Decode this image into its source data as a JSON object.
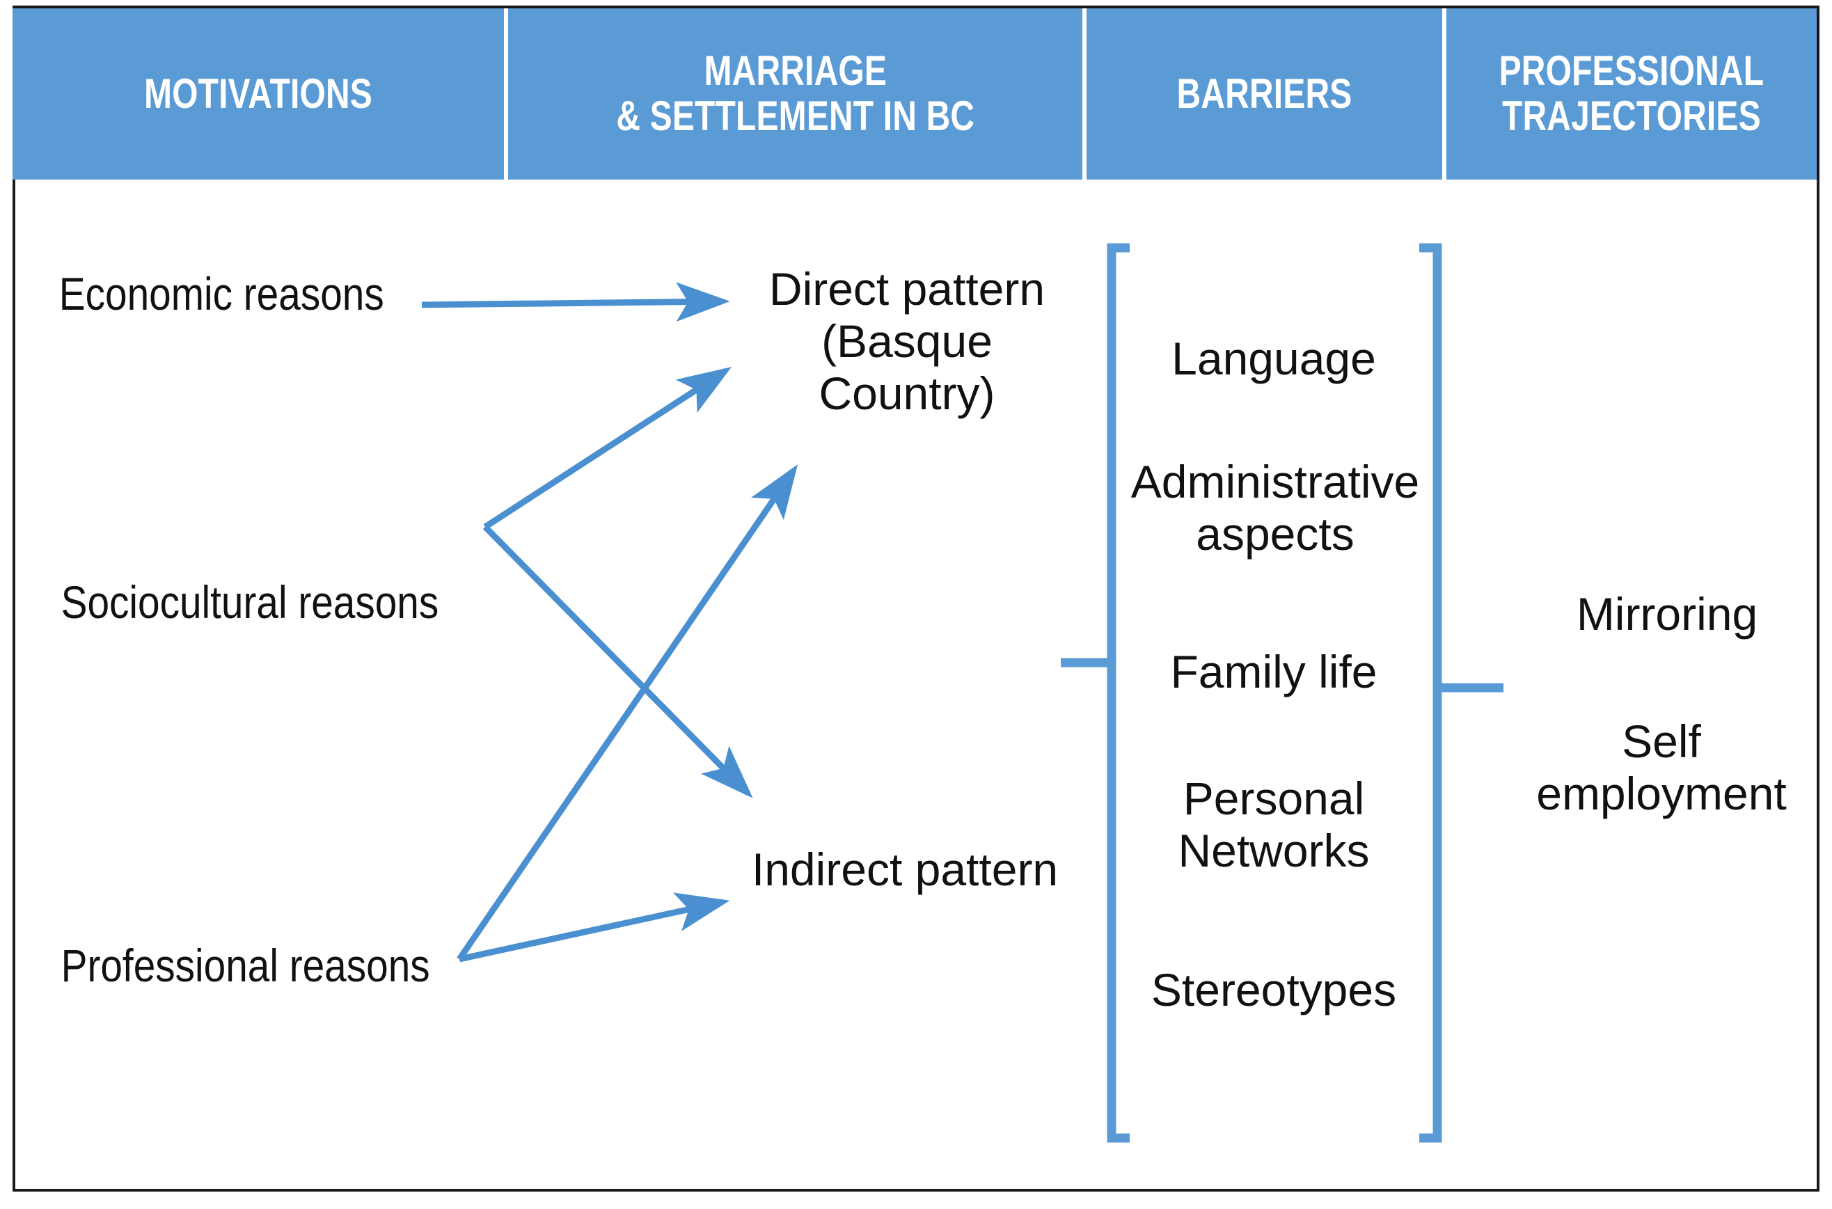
{
  "colors": {
    "header_blue": "#5b9bd5",
    "arrow_blue": "#4a90d0",
    "bracket_blue": "#5b9bd5",
    "border_black": "#1a1a1a",
    "text_black": "#111111",
    "background": "#ffffff"
  },
  "header": {
    "columns": [
      {
        "id": "motivations",
        "label": "MOTIVATIONS"
      },
      {
        "id": "marriage-settlement-bc",
        "label": "MARRIAGE\n& SETTLEMENT IN BC"
      },
      {
        "id": "barriers",
        "label": "BARRIERS"
      },
      {
        "id": "professional-trajectories",
        "label": "PROFESSIONAL\nTRAJECTORIES"
      }
    ]
  },
  "motivations": {
    "items": [
      {
        "id": "economic-reasons",
        "label": "Economic reasons"
      },
      {
        "id": "sociocultural-reasons",
        "label": "Sociocultural reasons"
      },
      {
        "id": "professional-reasons",
        "label": "Professional reasons"
      }
    ]
  },
  "marriage_settlement": {
    "items": [
      {
        "id": "direct-pattern",
        "label": "Direct pattern\n(Basque\nCountry)"
      },
      {
        "id": "indirect-pattern",
        "label": "Indirect pattern"
      }
    ]
  },
  "barriers": {
    "items": [
      {
        "id": "language",
        "label": "Language"
      },
      {
        "id": "administrative-aspects",
        "label": "Administrative\naspects"
      },
      {
        "id": "family-life",
        "label": "Family life"
      },
      {
        "id": "personal-networks",
        "label": "Personal\nNetworks"
      },
      {
        "id": "stereotypes",
        "label": "Stereotypes"
      }
    ]
  },
  "professional_trajectories": {
    "items": [
      {
        "id": "mirroring",
        "label": "Mirroring"
      },
      {
        "id": "self-employment",
        "label": "Self\nemployment"
      }
    ]
  },
  "connections": [
    {
      "id": "economic-to-direct",
      "from": "Economic reasons",
      "to": "Direct pattern (Basque Country)"
    },
    {
      "id": "sociocultural-to-direct",
      "from": "Sociocultural reasons",
      "to": "Direct pattern (Basque Country)"
    },
    {
      "id": "sociocultural-to-indirect",
      "from": "Sociocultural reasons",
      "to": "Indirect pattern"
    },
    {
      "id": "professional-to-direct",
      "from": "Professional reasons",
      "to": "Direct pattern (Basque Country)"
    },
    {
      "id": "professional-to-indirect",
      "from": "Professional reasons",
      "to": "Indirect pattern"
    }
  ]
}
